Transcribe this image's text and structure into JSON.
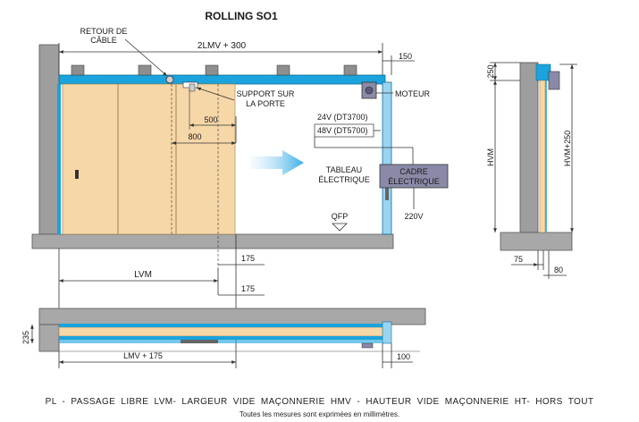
{
  "title": "ROLLING SO1",
  "labels": {
    "retour_cable_1": "RETOUR DE",
    "retour_cable_2": "CÂBLE",
    "overall": "2LMV + 300",
    "dim_150": "150",
    "moteur": "MOTEUR",
    "support_1": "SUPPORT SUR",
    "support_2": "LA PORTE",
    "dim_500": "500",
    "dim_800": "800",
    "v24": "24V (DT3700)",
    "v48": "48V (DT5700)",
    "tableau_1": "TABLEAU",
    "tableau_2": "ÉLECTRIQUE",
    "cadre_1": "CADRE",
    "cadre_2": "ÉLECTRIQUE",
    "v220": "220V",
    "qfp": "QFP",
    "lvm": "LVM",
    "dim_175a": "175",
    "dim_175b": "175",
    "dim_235": "235",
    "lmv175": "LMV + 175",
    "dim_100": "100",
    "side_250": "250",
    "side_hvm": "HVM",
    "side_hvm250": "HVM+250",
    "side_75": "75",
    "side_80": "80"
  },
  "legend": "PL - PASSAGE LIBRE     LVM- LARGEUR VIDE MAÇONNERIE     HMV - HAUTEUR VIDE MAÇONNERIE     HT- HORS TOUT",
  "note": "Toutes les mesures sont exprimées en millimètres.",
  "colors": {
    "rail": "#1aa3dc",
    "door": "#f6d7a7",
    "wall": "#9e9e9e",
    "cadre": "#8a8aa8",
    "arrow": "#3aaee8"
  }
}
